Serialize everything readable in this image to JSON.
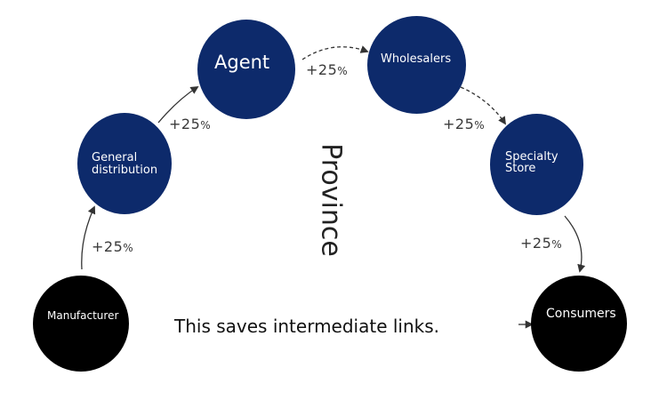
{
  "colors": {
    "node_fill": "#0d2a6b",
    "end_fill": "#000000",
    "arrow": "#333333"
  },
  "nodes": {
    "manufacturer": "Manufacturer",
    "general_line1": "General",
    "general_line2": "distribution",
    "agent": "Agent",
    "wholesalers": "Wholesalers",
    "specialty_line1": "Specialty",
    "specialty_line2": "Store",
    "consumers": "Consumers"
  },
  "markups": [
    "+25",
    "+25",
    "+25",
    "+25",
    "+25"
  ],
  "percent_sign": "%",
  "region_label": "Province",
  "note": "This saves intermediate links."
}
